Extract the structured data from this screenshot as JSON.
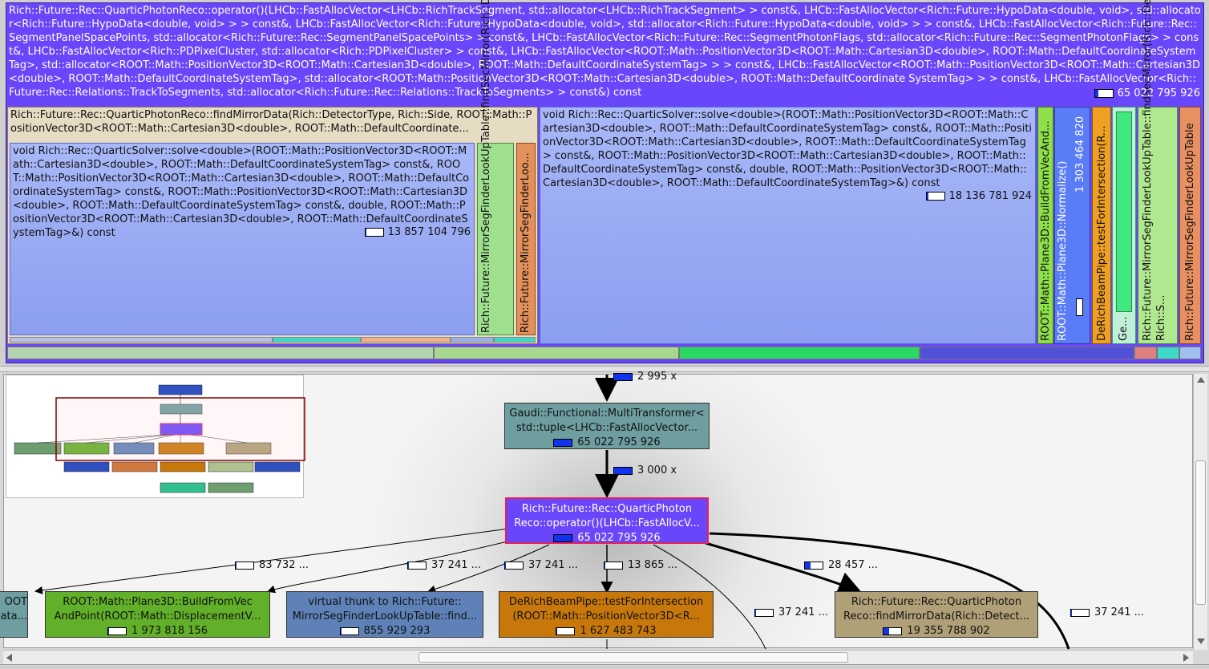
{
  "treemap": {
    "root": {
      "text": "Rich::Future::Rec::QuarticPhotonReco::operator()(LHCb::FastAllocVector<LHCb::RichTrackSegment, std::allocator<LHCb::RichTrackSegment> > const&, LHCb::FastAllocVector<Rich::Future::HypoData<double, void>, std::allocator<Rich::Future::HypoData<double, void> > > const&, LHCb::FastAllocVector<Rich::Future::HypoData<double, void>, std::allocator<Rich::Future::HypoData<double, void> > > const&, LHCb::FastAllocVector<Rich::Future::Rec::SegmentPanelSpacePoints, std::allocator<Rich::Future::Rec::SegmentPanelSpacePoints> > const&, LHCb::FastAllocVector<Rich::Future::Rec::SegmentPhotonFlags, std::allocator<Rich::Future::Rec::SegmentPhotonFlags> > const&, LHCb::FastAllocVector<Rich::PDPixelCluster, std::allocator<Rich::PDPixelCluster> > const&, LHCb::FastAllocVector<ROOT::Math::PositionVector3D<ROOT::Math::Cartesian3D<double>, ROOT::Math::DefaultCoordinateSystemTag>, std::allocator<ROOT::Math::PositionVector3D<ROOT::Math::Cartesian3D<double>, ROOT::Math::DefaultCoordinateSystemTag> > > const&, LHCb::FastAllocVector<ROOT::Math::PositionVector3D<ROOT::Math::Cartesian3D<double>, ROOT::Math::DefaultCoordinateSystemTag>, std::allocator<ROOT::Math::PositionVector3D<ROOT::Math::Cartesian3D<double>, ROOT::Math::DefaultCoordinate SystemTag> > > const&, LHCb::FastAllocVector<Rich::Future::Rec::Relations::TrackToSegments, std::allocator<Rich::Future::Rec::Relations::TrackToSegments> > const&) const",
      "cost": "65 022 795 926",
      "color": "#6a46fa"
    },
    "find_mirror": {
      "text": "Rich::Future::Rec::QuarticPhotonReco::findMirrorData(Rich::DetectorType, Rich::Side, ROOT::Math::PositionVector3D<ROOT::Math::Cartesian3D<double>, ROOT::Math::DefaultCoordinate...",
      "color": "#e6dcc3"
    },
    "solve_left": {
      "text": "void Rich::Rec::QuarticSolver::solve<double>(ROOT::Math::PositionVector3D<ROOT::Math::Cartesian3D<double>, ROOT::Math::DefaultCoordinateSystemTag> const&, ROOT::Math::PositionVector3D<ROOT::Math::Cartesian3D<double>, ROOT::Math::DefaultCoordinateSystemTag> const&, ROOT::Math::PositionVector3D<ROOT::Math::Cartesian3D<double>, ROOT::Math::DefaultCoordinateSystemTag> const&, double, ROOT::Math::PositionVector3D<ROOT::Math::Cartesian3D<double>, ROOT::Math::DefaultCoordinateSystemTag>&) const",
      "cost": "13 857 104 796",
      "color": "#a8b8f8"
    },
    "seg_finder_green": {
      "text": "Rich::Future::MirrorSegFinderLookUpTable::findSecMirror(Rich::Det...",
      "color": "#9fe08f"
    },
    "seg_finder_orange": {
      "text": "Rich::Future::MirrorSegFinderLoo...",
      "color": "#e3905a"
    },
    "solve_right": {
      "text": "void Rich::Rec::QuarticSolver::solve<double>(ROOT::Math::PositionVector3D<ROOT::Math::Cartesian3D<double>, ROOT::Math::DefaultCoordinateSystemTag> const&, ROOT::Math::PositionVector3D<ROOT::Math::Cartesian3D<double>, ROOT::Math::DefaultCoordinateSystemTag> const&, ROOT::Math::PositionVector3D<ROOT::Math::Cartesian3D<double>, ROOT::Math::DefaultCoordinateSystemTag> const&, double, ROOT::Math::PositionVector3D<ROOT::Math::Cartesian3D<double>, ROOT::Math::DefaultCoordinateSystemTag>&) const",
      "cost": "18 136 781 924",
      "color": "#a8b8f8"
    },
    "plane_build": {
      "text": "ROOT::Math::Plane3D::BuildFromVecAnd...",
      "color": "#8ee04a"
    },
    "plane_normalize": {
      "text": "ROOT::Math::Plane3D::Normalize()",
      "cost": "1 303 464 820",
      "color": "#5a7cf6"
    },
    "beampipe": {
      "text": "DeRichBeamPipe::testForIntersection(R...",
      "color": "#f0a020"
    },
    "ge": {
      "text": "Ge...",
      "color": "#c0f0d8"
    },
    "seg_finder_green2": {
      "text": "Rich::Future::MirrorSegFinderLookUpTable::findSecMirror(Rich::DetectorType, Rich::S...",
      "color": "#b0e890"
    },
    "seg_finder_orange2": {
      "text": "Rich::Future::MirrorSegFinderLookUpTable",
      "color": "#e89060"
    }
  },
  "callgraph": {
    "top_edge_label": "2 995 x",
    "caller": {
      "line1": "Gaudi::Functional::MultiTransformer<",
      "line2": "std::tuple<LHCb::FastAllocVector...",
      "cost": "65 022 795 926",
      "color": "#6e9ea0"
    },
    "mid_edge_label": "3 000 x",
    "main": {
      "line1": "Rich::Future::Rec::QuarticPhoton",
      "line2": "Reco::operator()(LHCb::FastAllocV...",
      "cost": "65 022 795 926",
      "color": "#6a46fa"
    },
    "edges": [
      {
        "label": "83 732 ..."
      },
      {
        "label": "37 241 ..."
      },
      {
        "label": "37 241 ..."
      },
      {
        "label": "13 865 ..."
      },
      {
        "label": "28 457 ..."
      },
      {
        "label": "37 241 ..."
      },
      {
        "label": "37 241 ..."
      }
    ],
    "partial": {
      "line1": "OOT",
      "line2": "ata..."
    },
    "callees": [
      {
        "line1": "ROOT::Math::Plane3D::BuildFromVec",
        "line2": "AndPoint(ROOT::Math::DisplacementV...",
        "cost": "1 973 818 156",
        "color": "#62b02a"
      },
      {
        "line1": "virtual thunk to Rich::Future::",
        "line2": "MirrorSegFinderLookUpTable::find...",
        "cost": "855 929 293",
        "color": "#5e82b8"
      },
      {
        "line1": "DeRichBeamPipe::testForIntersection",
        "line2": "(ROOT::Math::PositionVector3D<R...",
        "cost": "1 627 483 743",
        "color": "#c8780a"
      },
      {
        "line1": "Rich::Future::Rec::QuarticPhoton",
        "line2": "Reco::findMirrorData(Rich::Detect...",
        "cost": "19 355 788 902",
        "color": "#b0a078"
      }
    ]
  }
}
